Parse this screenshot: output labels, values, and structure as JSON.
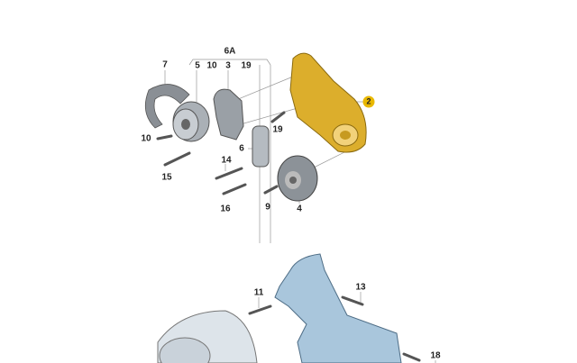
{
  "diagram": {
    "labels": {
      "group_6a": "6A",
      "p7": "7",
      "p5": "5",
      "p10a": "10",
      "p3": "3",
      "p19a": "19",
      "p2": "2",
      "p10b": "10",
      "p19b": "19",
      "p6": "6",
      "p14": "14",
      "p15": "15",
      "p16": "16",
      "p9": "9",
      "p4": "4",
      "p11": "11",
      "p13": "13",
      "p18": "18"
    },
    "colors": {
      "highlight": "#e9b800",
      "bracket_top": "#d9ad2e",
      "bracket_bottom": "#a9c6dc",
      "part_gray": "#9aa0a6"
    }
  }
}
